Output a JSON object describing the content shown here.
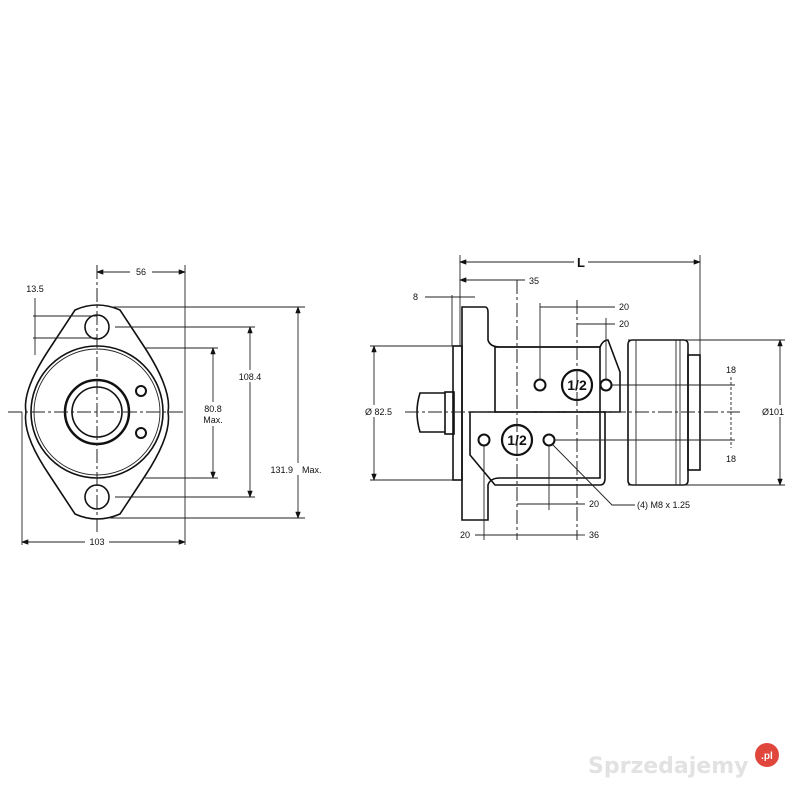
{
  "front_view": {
    "dim_center_spacing": "56",
    "dim_hole": "13.5",
    "dim_bolt_spacing": "108.4",
    "dim_pilot_value": "80.8",
    "dim_pilot_note": "Max.",
    "dim_height_value": "131.9",
    "dim_height_note": "Max.",
    "dim_width": "103"
  },
  "side_view": {
    "dim_length": "L",
    "dim_35": "35",
    "dim_8": "8",
    "dim_upper_20a": "20",
    "dim_upper_20b": "20",
    "dim_pilot_diameter": "Ø 82.5",
    "dim_body_diameter": "Ø101",
    "dim_18_top": "18",
    "dim_18_bottom": "18",
    "port_upper": "1/2",
    "port_lower": "1/2",
    "thread_callout": "(4) M8 x 1.25",
    "dim_lower_20": "20",
    "dim_bottom_20": "20",
    "dim_bottom_36": "36"
  },
  "watermark": {
    "text": "Sprzedajemy",
    "suffix": ".pl",
    "badge_color": "#e0463c"
  }
}
